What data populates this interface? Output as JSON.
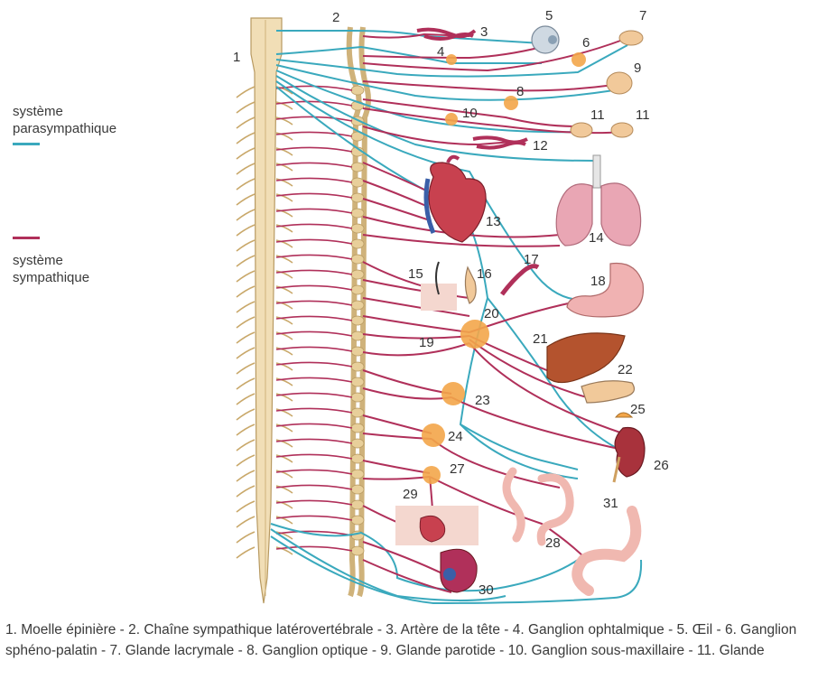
{
  "colors": {
    "parasympathetic": "#3aa9bd",
    "sympathetic": "#b0305a",
    "ganglion": "#f3a64a",
    "spine": "#f1deb6",
    "nerve": "#c9a86a"
  },
  "legend": {
    "parasympathetic_label": "système\nparasympathique",
    "sympathetic_label": "système\nsympathique"
  },
  "numbers": [
    "1",
    "2",
    "3",
    "4",
    "5",
    "6",
    "7",
    "8",
    "9",
    "10",
    "11",
    "11",
    "12",
    "13",
    "14",
    "15",
    "16",
    "17",
    "18",
    "19",
    "20",
    "21",
    "22",
    "23",
    "24",
    "25",
    "26",
    "27",
    "28",
    "29",
    "30",
    "31"
  ],
  "caption": "1. Moelle épinière - 2. Chaîne sympathique latérovertébrale - 3. Artère de la tête - 4. Ganglion ophtalmique - 5. Œil - 6. Ganglion sphéno-palatin - 7. Glande lacrymale - 8. Ganglion optique - 9. Glande parotide - 10. Ganglion sous-maxillaire - 11. Glande"
}
